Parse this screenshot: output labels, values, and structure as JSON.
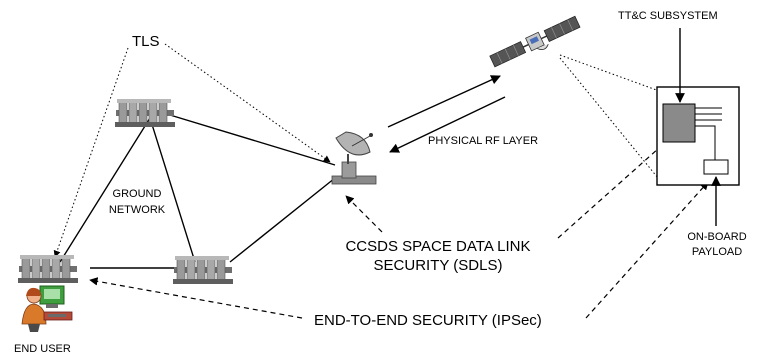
{
  "labels": {
    "tls": "TLS",
    "ground_network_1": "GROUND",
    "ground_network_2": "NETWORK",
    "physical_rf": "PHYSICAL RF LAYER",
    "ttc": "TT&C SUBSYSTEM",
    "onboard_1": "ON-BOARD",
    "onboard_2": "PAYLOAD",
    "sdls_1": "CCSDS SPACE DATA LINK",
    "sdls_2": "SECURITY (SDLS)",
    "e2e": "END-TO-END SECURITY (IPSec)",
    "end_user": "END USER"
  },
  "icons": [
    "server-icon",
    "ground-station-dish-icon",
    "satellite-icon",
    "end-user-icon"
  ],
  "colors": {
    "ink": "#000000",
    "server_gray": "#8c8c8c",
    "panel_green": "#3f9f3f",
    "user_orange": "#d97a2b"
  }
}
